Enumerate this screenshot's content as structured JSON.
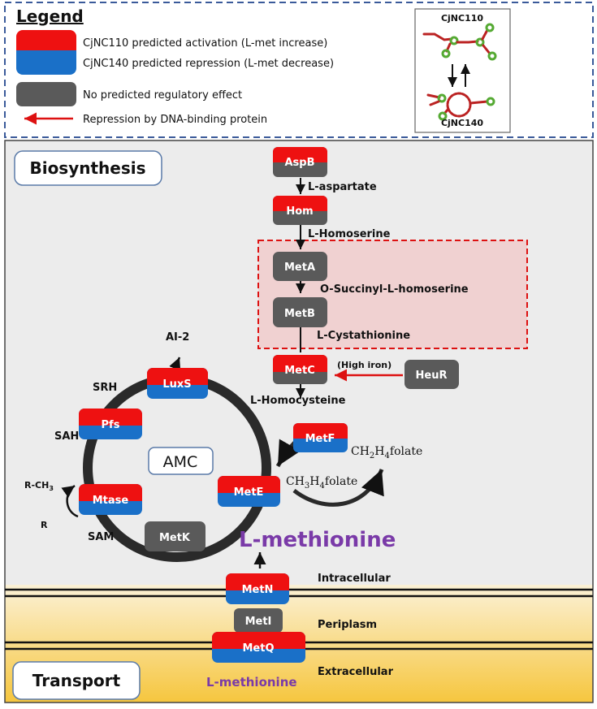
{
  "colors": {
    "activation": "#ee1111",
    "repression": "#1a70c8",
    "no_effect": "#5a5a5a",
    "dna_repression": "#dd1111",
    "methionine": "#7a3aa8",
    "panel_bg": "#ececec",
    "legend_border": "#3a5a9a"
  },
  "legend": {
    "title": "Legend",
    "activation": "CjNC110 predicted activation (L-met increase)",
    "repression": "CjNC140 predicted repression (L-met decrease)",
    "no_effect": "No predicted regulatory effect",
    "dna_binding": "Repression by DNA-binding protein",
    "rna_top": "CjNC110",
    "rna_bottom": "CjNC140"
  },
  "sections": {
    "biosynthesis": "Biosynthesis",
    "transport": "Transport",
    "amc": "AMC"
  },
  "enzymes": {
    "aspb": "AspB",
    "hom": "Hom",
    "meta": "MetA",
    "metb": "MetB",
    "metc": "MetC",
    "heur": "HeuR",
    "luxs": "LuxS",
    "pfs": "Pfs",
    "mtase": "Mtase",
    "metk": "MetK",
    "mete": "MetE",
    "metf": "MetF",
    "metn": "MetN",
    "meti": "MetI",
    "metq": "MetQ"
  },
  "metabolites": {
    "l_aspartate": "L-aspartate",
    "l_homoserine": "L-Homoserine",
    "o_succinyl": "O-Succinyl-L-homoserine",
    "l_cystathionine": "L-Cystathionine",
    "l_homocysteine": "L-Homocysteine",
    "high_iron": "(High iron)",
    "ai2": "AI-2",
    "srh": "SRH",
    "sah": "SAH",
    "sam": "SAM",
    "r_ch3": "R-CH",
    "r_ch3_sub": "3",
    "r": "R",
    "ch2_a": "CH",
    "ch2_s1": "2",
    "ch2_b": "H",
    "ch2_s2": "4",
    "ch2_c": "folate",
    "ch3_a": "CH",
    "ch3_s1": "3",
    "ch3_b": "H",
    "ch3_s2": "4",
    "ch3_c": "folate",
    "l_methionine_main": "L-methionine",
    "l_methionine_ext": "L-methionine"
  },
  "compartments": {
    "intracellular": "Intracellular",
    "periplasm": "Periplasm",
    "extracellular": "Extracellular"
  }
}
